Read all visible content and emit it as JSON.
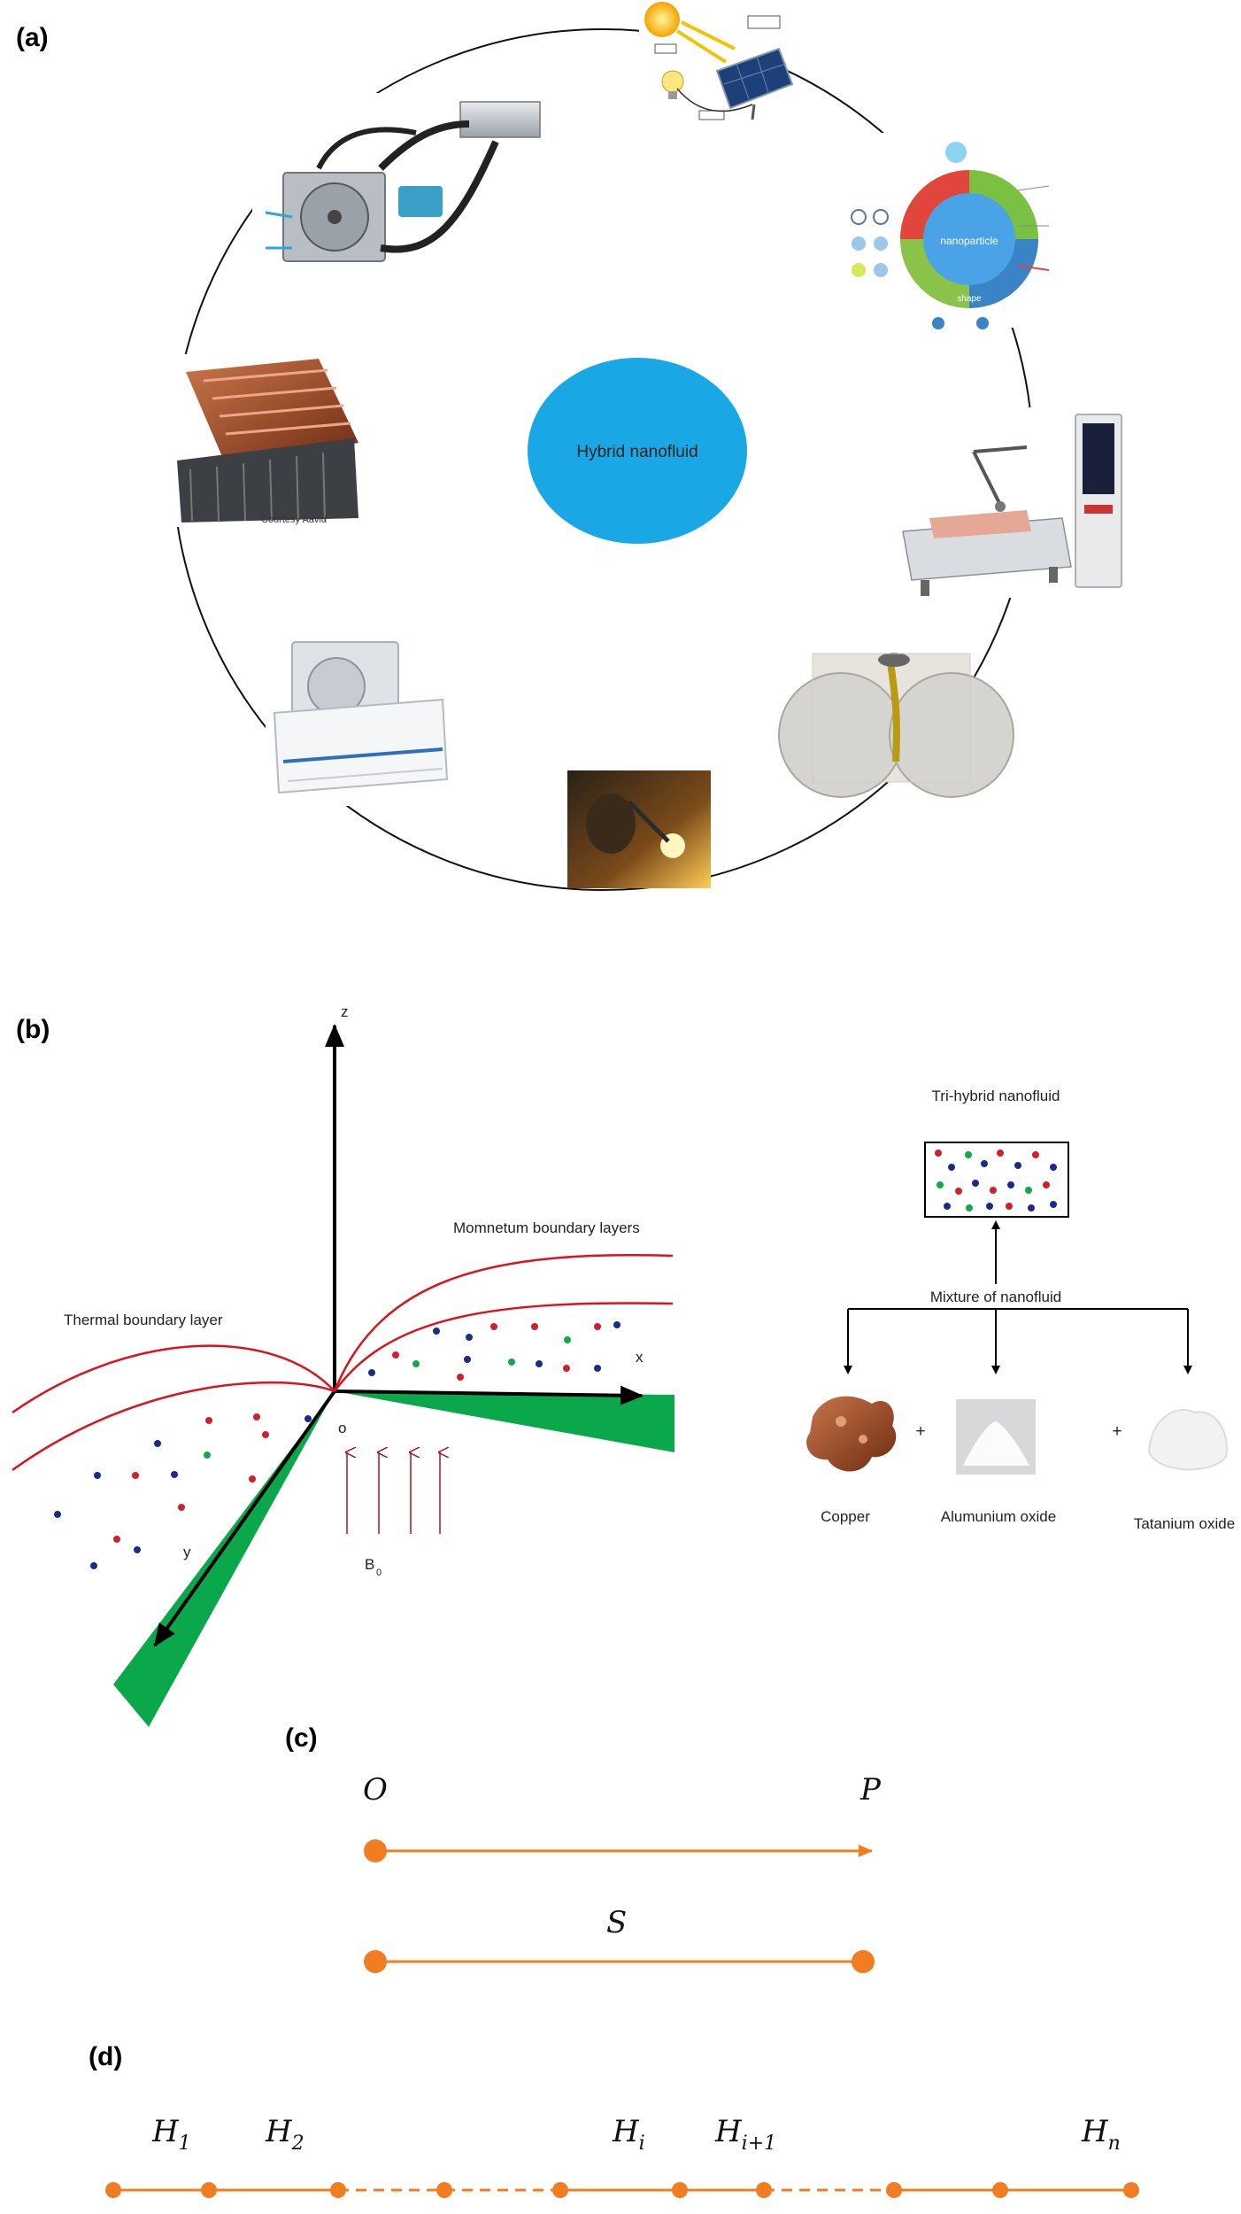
{
  "panels": {
    "a": {
      "label": "(a)",
      "center_label": "Hybrid nanofluid",
      "photo_caption": "Courtesy Aavid",
      "nanoparticle_center": "nanoparticle",
      "nanoparticle_shape": "shape",
      "colors": {
        "center_fill": "#1aa7e6",
        "ring": "#111111"
      }
    },
    "b": {
      "label": "(b)",
      "axis_z": "z",
      "axis_x": "x",
      "axis_y": "y",
      "origin": "o",
      "field": "B",
      "field_sub": "0",
      "momentum_label": "Momnetum boundary layers",
      "thermal_label": "Thermal boundary layer",
      "trihybrid_label": "Tri-hybrid nanofluid",
      "mixture_label": "Mixture of nanofluid",
      "materials": [
        "Copper",
        "Alumunium oxide",
        "Tatanium oxide"
      ],
      "plus": "+",
      "colors": {
        "curve": "#d9141e",
        "sheet": "#0aa84a",
        "particle_red": "#d11f2f",
        "particle_blue": "#1c2a8c",
        "particle_green": "#13a84a"
      }
    },
    "c": {
      "label": "(c)",
      "O": "O",
      "P": "P",
      "S": "S",
      "color": "#f07d22"
    },
    "d": {
      "label": "(d)",
      "nodes": [
        {
          "base": "H",
          "sub": "1"
        },
        {
          "base": "H",
          "sub": "2"
        },
        {
          "base": "H",
          "sub": "i"
        },
        {
          "base": "H",
          "sub": "i+1"
        },
        {
          "base": "H",
          "sub": "n"
        }
      ],
      "color": "#f07d22"
    }
  }
}
